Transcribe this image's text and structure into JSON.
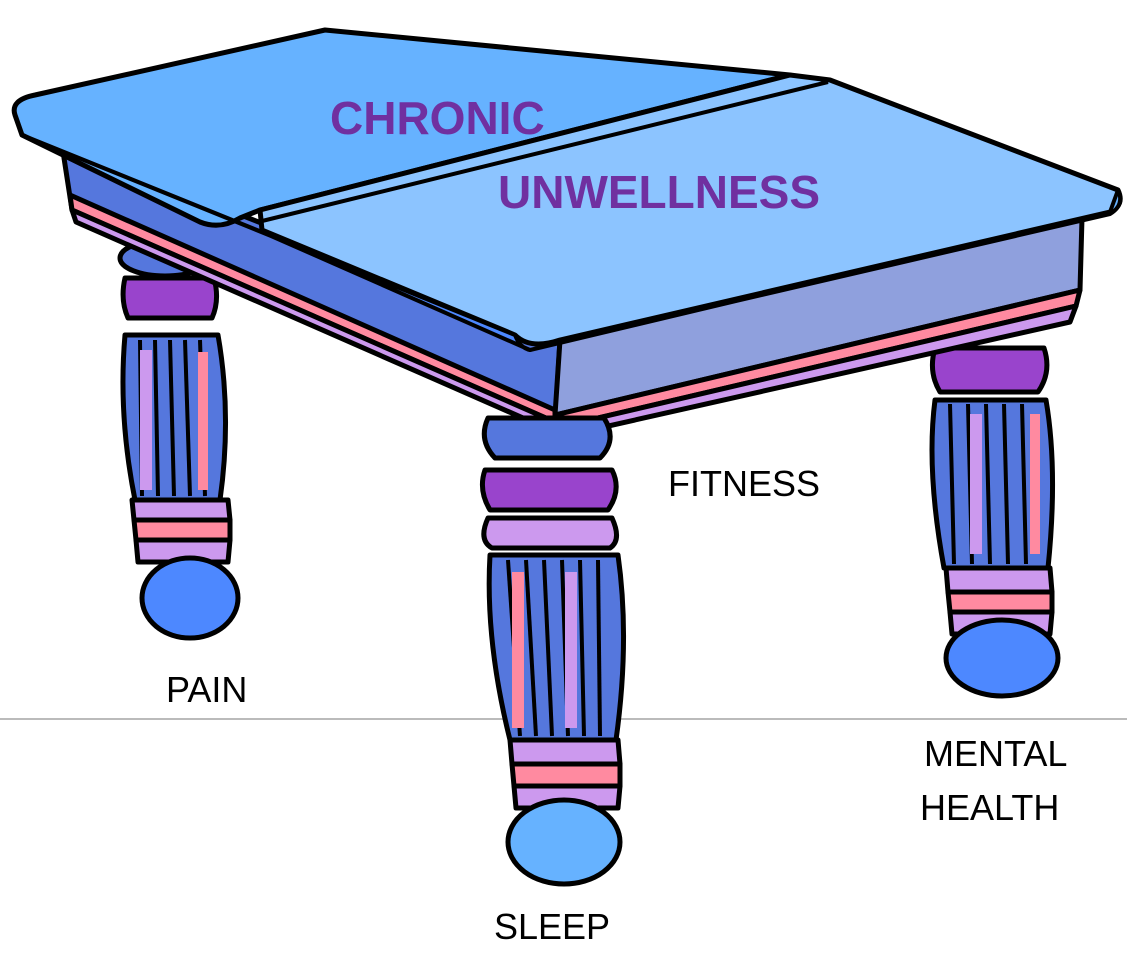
{
  "title": {
    "line1": "CHRONIC",
    "line2": "UNWELLNESS"
  },
  "legs": {
    "pain": "PAIN",
    "fitness": "FITNESS",
    "mental_line1": "MENTAL",
    "mental_line2": "HEALTH",
    "sleep": "SLEEP"
  },
  "colors": {
    "title": "#7030A0",
    "tabletop_light": "#8CC4FF",
    "tabletop_mid": "#66B2FF",
    "apron": "#5577DD",
    "apron_light": "#8FA0DD",
    "pink": "#FF8AA0",
    "lilac": "#CC99EE",
    "purple": "#9944CC",
    "foot": "#4D88FF",
    "ground_line": "#BBBBBB"
  }
}
